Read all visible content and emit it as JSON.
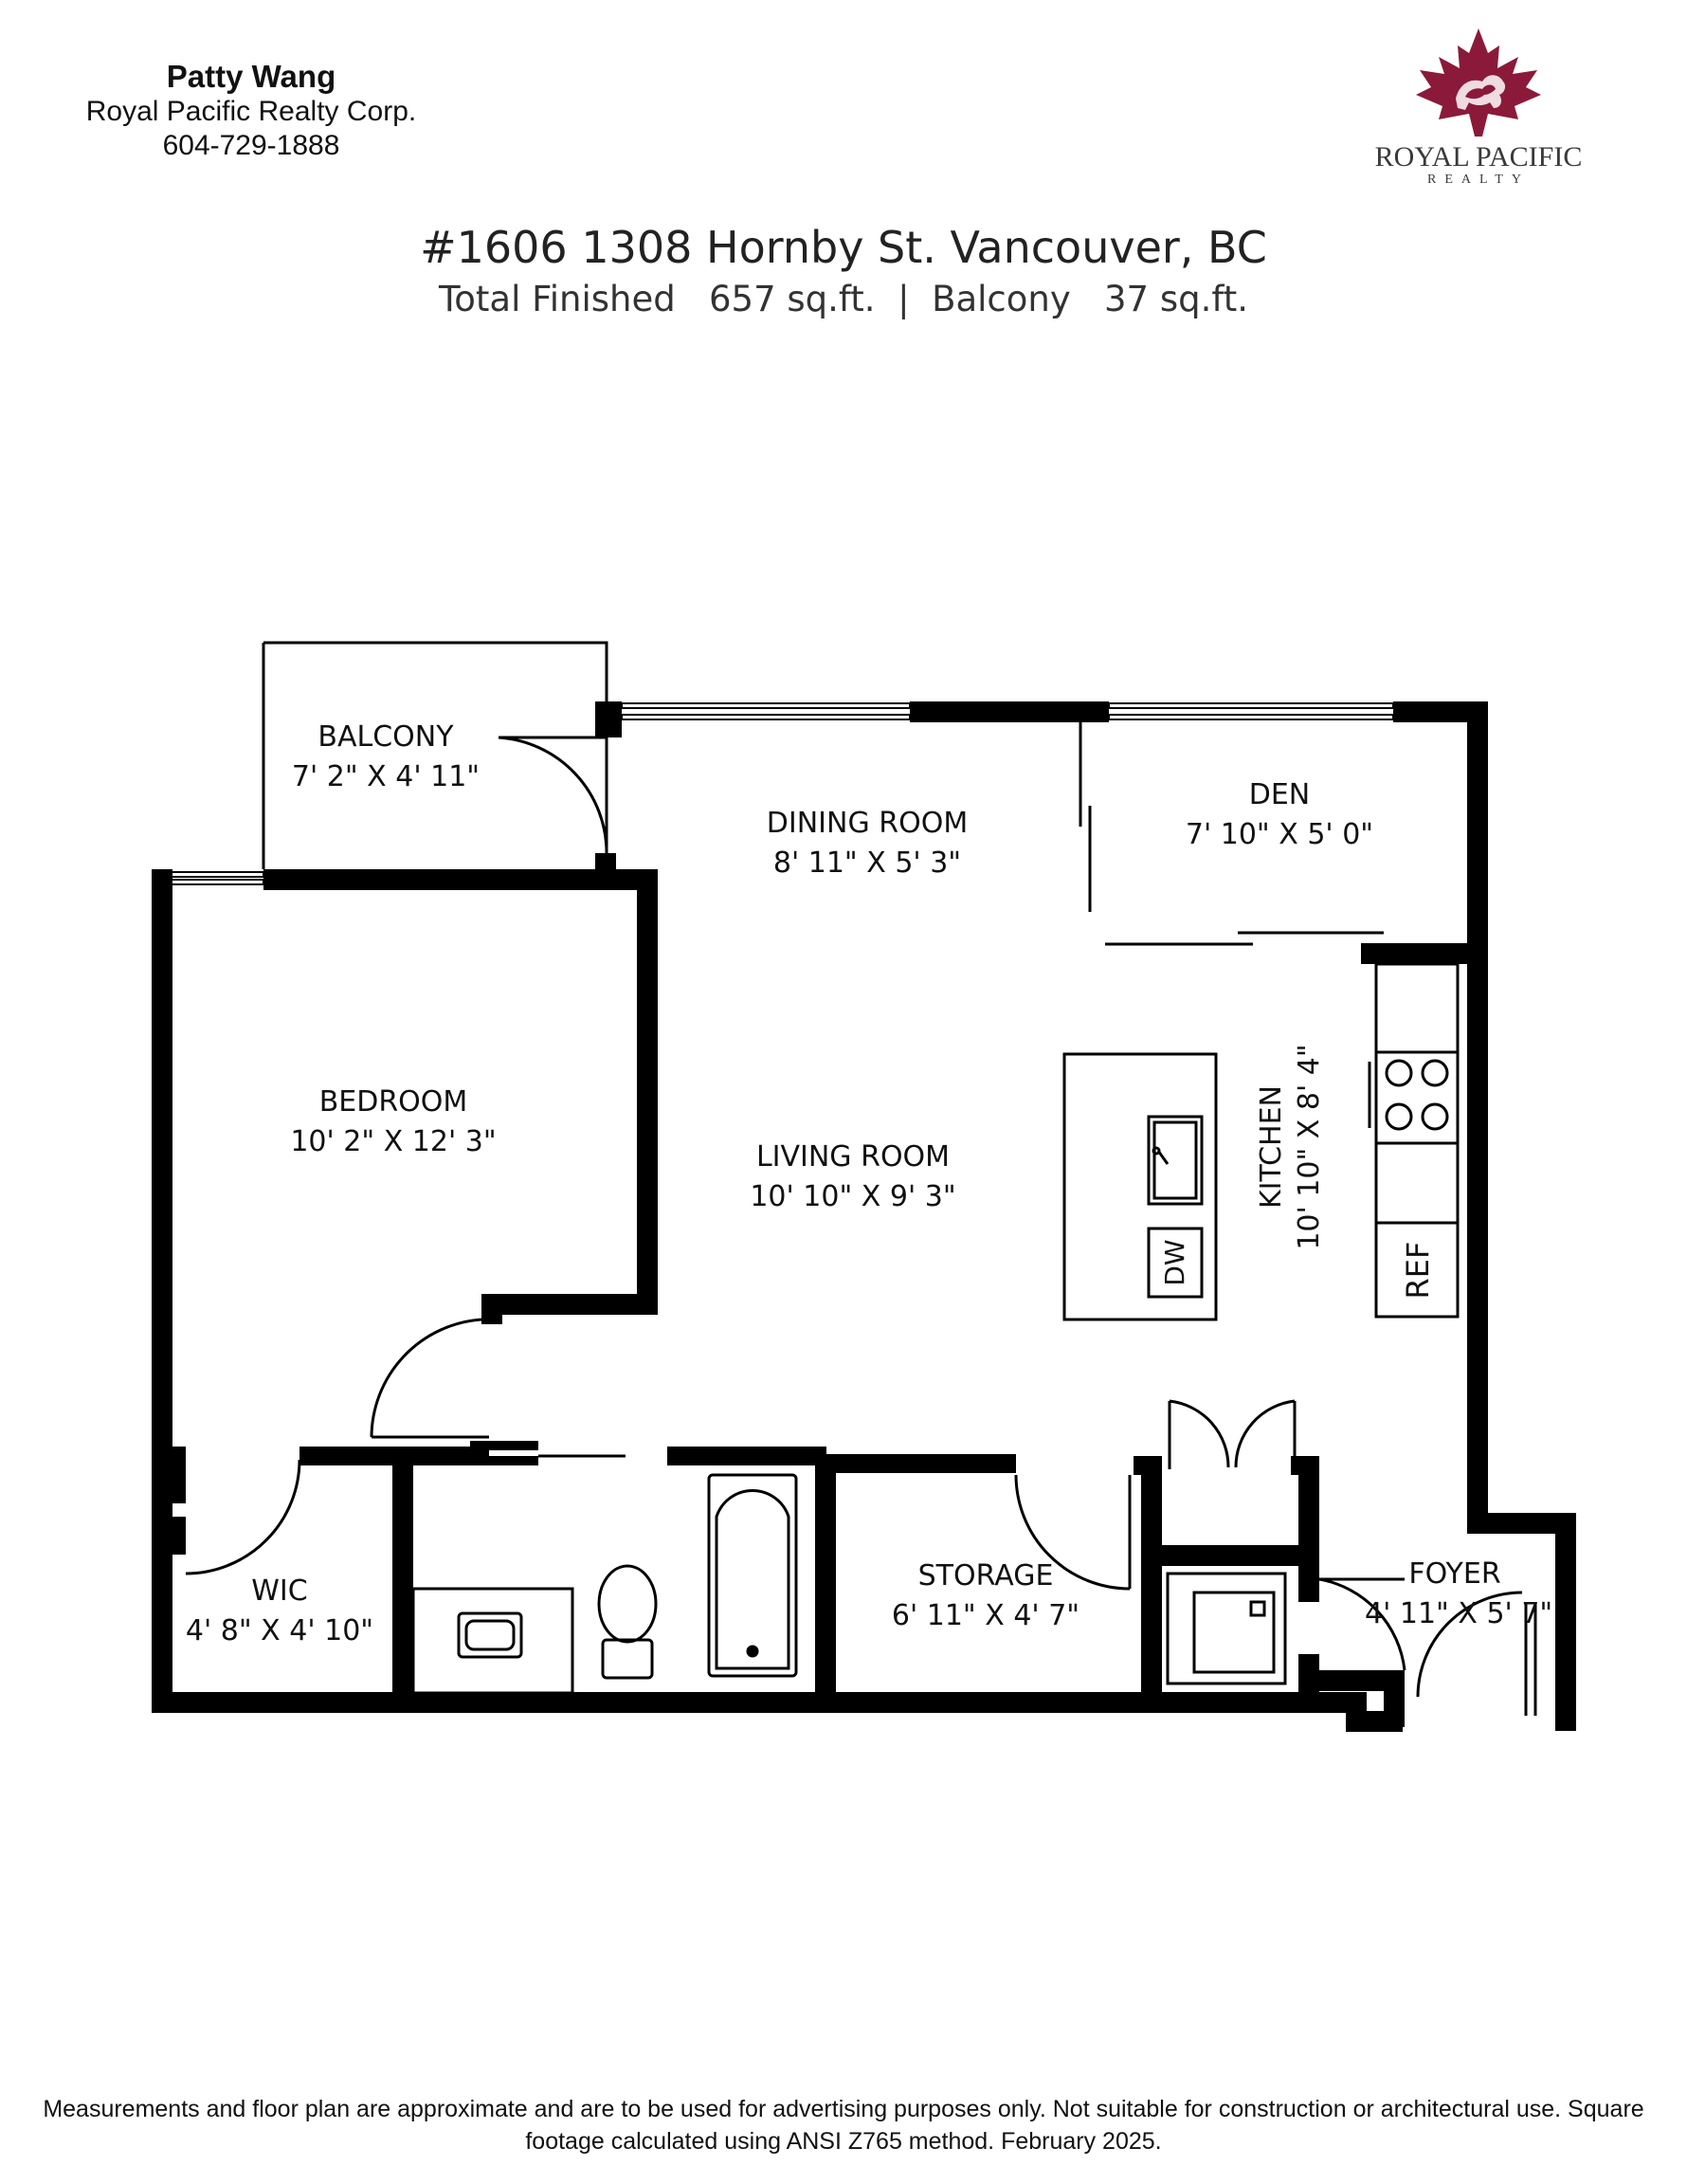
{
  "agent": {
    "name": "Patty Wang",
    "company": "Royal Pacific Realty Corp.",
    "phone": "604-729-1888"
  },
  "logo": {
    "line1": "ROYAL PACIFIC",
    "line2": "REALTY",
    "color": "#8b1a3a",
    "icon": "maple-leaf-lion-icon"
  },
  "header": {
    "address": "#1606 1308 Hornby St. Vancouver, BC",
    "area_summary": "Total Finished   657 sq.ft.  |  Balcony   37 sq.ft."
  },
  "rooms": {
    "balcony": {
      "name": "BALCONY",
      "dim": "7' 2\" X 4' 11\""
    },
    "dining": {
      "name": "DINING ROOM",
      "dim": "8' 11\" X 5' 3\""
    },
    "den": {
      "name": "DEN",
      "dim": "7' 10\" X 5' 0\""
    },
    "bedroom": {
      "name": "BEDROOM",
      "dim": "10' 2\" X 12' 3\""
    },
    "living": {
      "name": "LIVING ROOM",
      "dim": "10' 10\" X 9' 3\""
    },
    "kitchen": {
      "name": "KITCHEN",
      "dim": "10' 10\" X 8' 4\""
    },
    "wic": {
      "name": "WIC",
      "dim": "4' 8\" X 4' 10\""
    },
    "storage": {
      "name": "STORAGE",
      "dim": "6' 11\" X 4' 7\""
    },
    "foyer": {
      "name": "FOYER",
      "dim": "4' 11\" X 5' 7\""
    }
  },
  "fixtures": {
    "dishwasher": "DW",
    "refrigerator": "REF"
  },
  "footer": {
    "disclaimer": "Measurements and floor plan are approximate and are to be used for advertising purposes only. Not suitable for construction or architectural use. Square footage calculated using ANSI Z765 method. February 2025."
  }
}
